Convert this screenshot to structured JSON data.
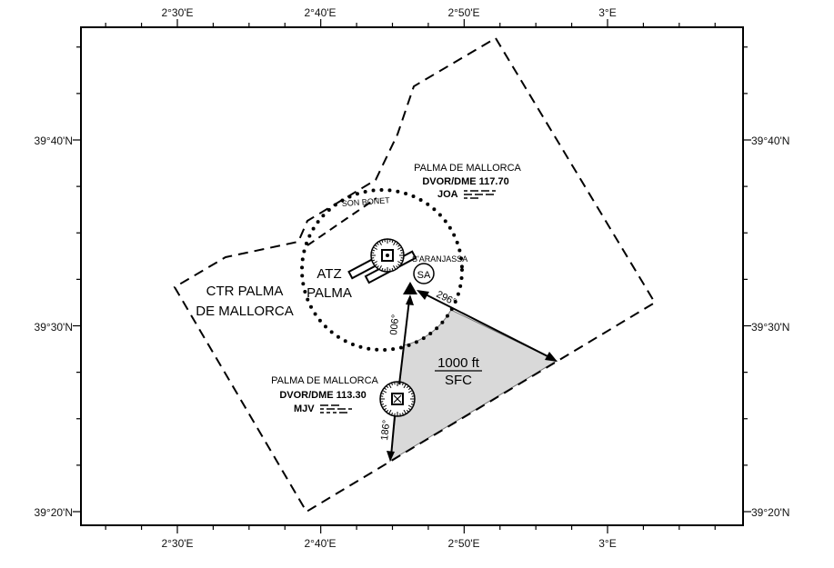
{
  "axes": {
    "top_lon_labels": [
      "2°30'E",
      "2°40'E",
      "2°50'E",
      "3°E"
    ],
    "bottom_lon_labels": [
      "2°30'E",
      "2°40'E",
      "2°50'E",
      "3°E"
    ],
    "left_lat_labels": [
      "39°40'N",
      "39°30'N",
      "39°20'N"
    ],
    "right_lat_labels": [
      "39°40'N",
      "39°30'N",
      "39°20'N"
    ]
  },
  "ctr": {
    "line1": "CTR PALMA",
    "line2": "DE MALLORCA"
  },
  "atz": {
    "line1": "ATZ",
    "line2": "PALMA"
  },
  "son_bonet": "SON BONET",
  "s_aranjassa": "S'ARANJASSA",
  "sa_badge": "SA",
  "joa": {
    "name": "PALMA DE MALLORCA",
    "freq": "DVOR/DME 117.70",
    "ident": "JOA"
  },
  "mjv": {
    "name": "PALMA DE MALLORCA",
    "freq": "DVOR/DME 113.30",
    "ident": "MJV"
  },
  "sector": {
    "upper": "1000 ft",
    "lower": "SFC",
    "fill_color": "#d9d9d9"
  },
  "radials": {
    "r296": "296°",
    "r006": "006°",
    "r186": "186°"
  }
}
